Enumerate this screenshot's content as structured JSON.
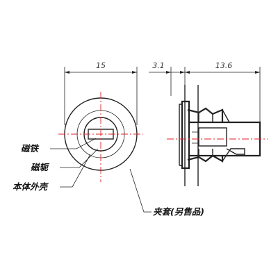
{
  "dimensions": {
    "width": "15",
    "gap": "3.1",
    "depth": "13.6"
  },
  "labels": {
    "magnet": "磁铁",
    "yoke": "磁轭",
    "housing": "本体外壳",
    "clip": "夹套(另售品)"
  },
  "colors": {
    "line": "#222222",
    "centerline": "#e0202a",
    "leader": "#333333"
  }
}
